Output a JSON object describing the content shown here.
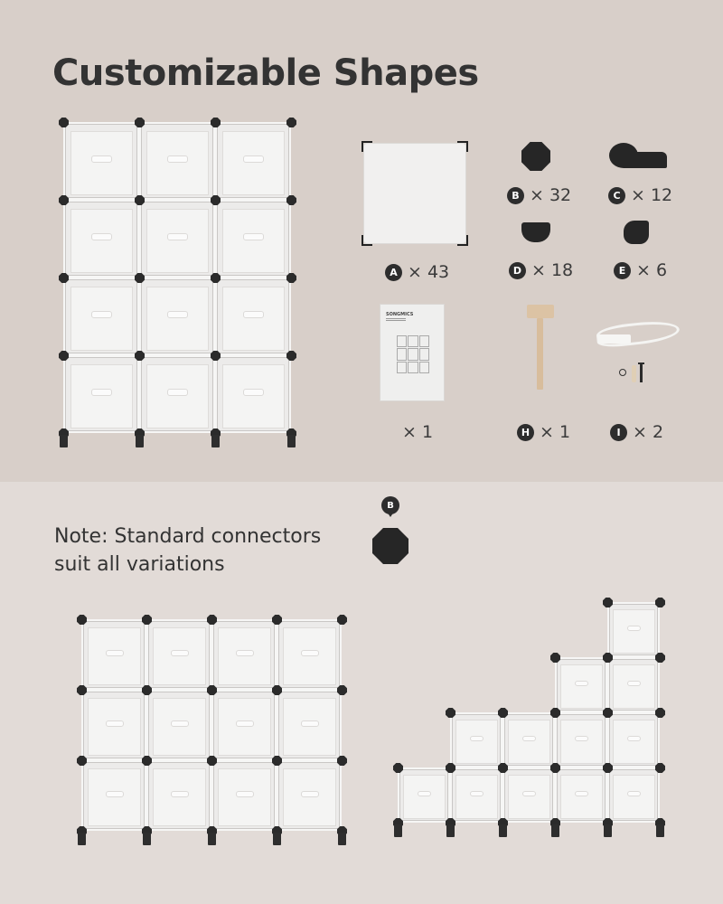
{
  "header": {
    "title": "Customizable Shapes"
  },
  "parts": {
    "A": {
      "letter": "A",
      "qty": "× 43",
      "name": "panel"
    },
    "B": {
      "letter": "B",
      "qty": "× 32",
      "name": "standard-connector"
    },
    "C": {
      "letter": "C",
      "qty": "× 12",
      "name": "foot-connector"
    },
    "D": {
      "letter": "D",
      "qty": "× 18",
      "name": "half-connector"
    },
    "E": {
      "letter": "E",
      "qty": "× 6",
      "name": "corner-connector"
    },
    "manual": {
      "qty": "× 1",
      "brand": "SONGMICS"
    },
    "H": {
      "letter": "H",
      "qty": "× 1",
      "name": "rubber-mallet"
    },
    "I": {
      "letter": "I",
      "qty": "× 2",
      "name": "anti-tip-kit"
    }
  },
  "note": {
    "line1": "Note: Standard connectors",
    "line2": "suit all variations",
    "callout_letter": "B"
  },
  "configurations": [
    {
      "name": "3x4 tall shelf",
      "columns": 3,
      "rows": 4
    },
    {
      "name": "4x3 wide shelf",
      "columns": 4,
      "rows": 3
    },
    {
      "name": "staircase shelf",
      "column_heights": [
        1,
        2,
        2,
        3,
        4
      ]
    }
  ],
  "colors": {
    "top_bg": "#d8cfc9",
    "bottom_bg": "#e2dbd7",
    "text": "#333333",
    "connector": "#2b2b2b",
    "cube": "#f4f4f3"
  }
}
